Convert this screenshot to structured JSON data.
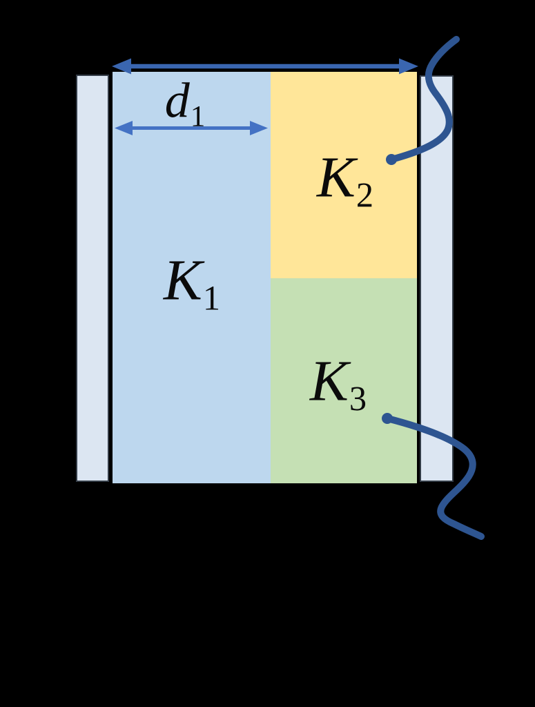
{
  "figure": {
    "labels": {
      "d1": {
        "base": "d",
        "sub": "1"
      },
      "k1": {
        "base": "K",
        "sub": "1"
      },
      "k2": {
        "base": "K",
        "sub": "2"
      },
      "k3": {
        "base": "K",
        "sub": "3"
      }
    },
    "colors": {
      "background": "#000000",
      "plate_fill": "#dce6f2",
      "plate_border": "#333c47",
      "block_border": "#000000",
      "k1_fill": "#bdd7ee",
      "k2_fill": "#ffe699",
      "k3_fill": "#c5e0b4",
      "arrow": "#4472c4",
      "arrow_dark": "#3a66b0",
      "wire": "#2e5591",
      "label": "#0b0b0b"
    }
  }
}
